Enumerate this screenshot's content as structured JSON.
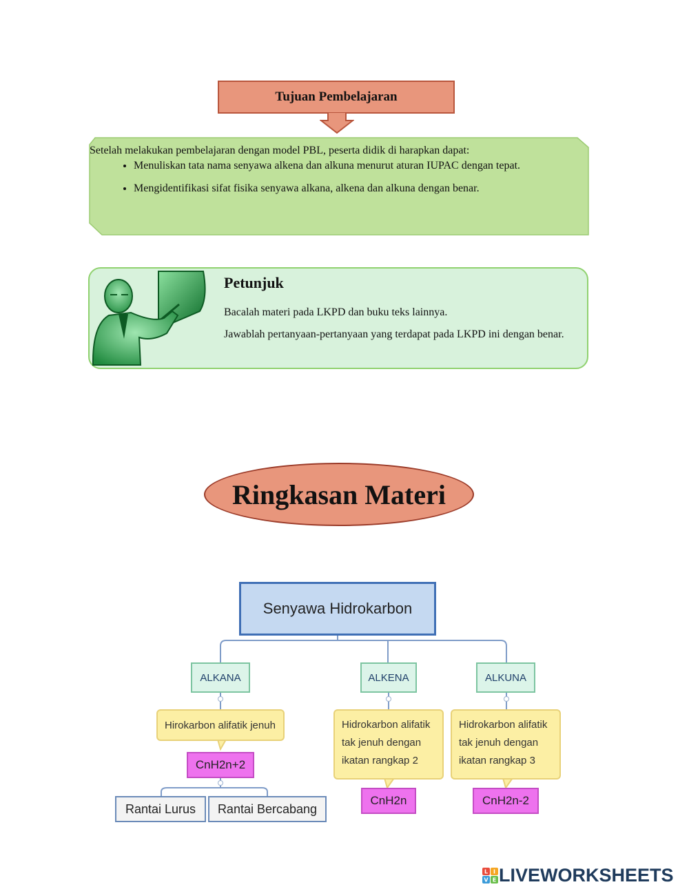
{
  "tujuan": {
    "title": "Tujuan Pembelajaran",
    "intro": "Setelah melakukan pembelajaran dengan model PBL, peserta didik di harapkan dapat:",
    "items": [
      "Menuliskan tata nama senyawa alkena dan alkuna menurut aturan IUPAC dengan tepat.",
      "Mengidentifikasi sifat fisika senyawa alkana, alkena dan alkuna dengan benar."
    ]
  },
  "petunjuk": {
    "title": "Petunjuk",
    "lines": [
      "Bacalah materi pada LKPD dan buku teks lainnya.",
      "Jawablah pertanyaan-pertanyaan yang terdapat pada LKPD ini dengan benar."
    ]
  },
  "ringkasan": {
    "title": "Ringkasan Materi"
  },
  "diagram": {
    "root": "Senyawa Hidrokarbon",
    "alkana": {
      "label": "ALKANA",
      "desc": "Hirokarbon alifatik jenuh",
      "formula": "CnH2n+2",
      "chains": [
        "Rantai Lurus",
        "Rantai Bercabang"
      ]
    },
    "alkena": {
      "label": "ALKENA",
      "desc": [
        "Hidrokarbon alifatik",
        "tak jenuh dengan",
        "ikatan rangkap 2"
      ],
      "formula": "CnH2n"
    },
    "alkuna": {
      "label": "ALKUNA",
      "desc": [
        "Hidrokarbon alifatik",
        "tak jenuh dengan",
        "ikatan rangkap 3"
      ],
      "formula": "CnH2n-2"
    }
  },
  "logo": {
    "text": "LIVEWORKSHEETS",
    "badge_letters": [
      "L",
      "I",
      "V",
      "E"
    ]
  },
  "colors": {
    "salmon": "#e8967c",
    "green_box": "#bfe19b",
    "petunjuk_bg": "#d8f2dc",
    "root_blue": "#c5d9f1",
    "formula_pink": "#ee72ee",
    "desc_yellow": "#fcefa4"
  }
}
